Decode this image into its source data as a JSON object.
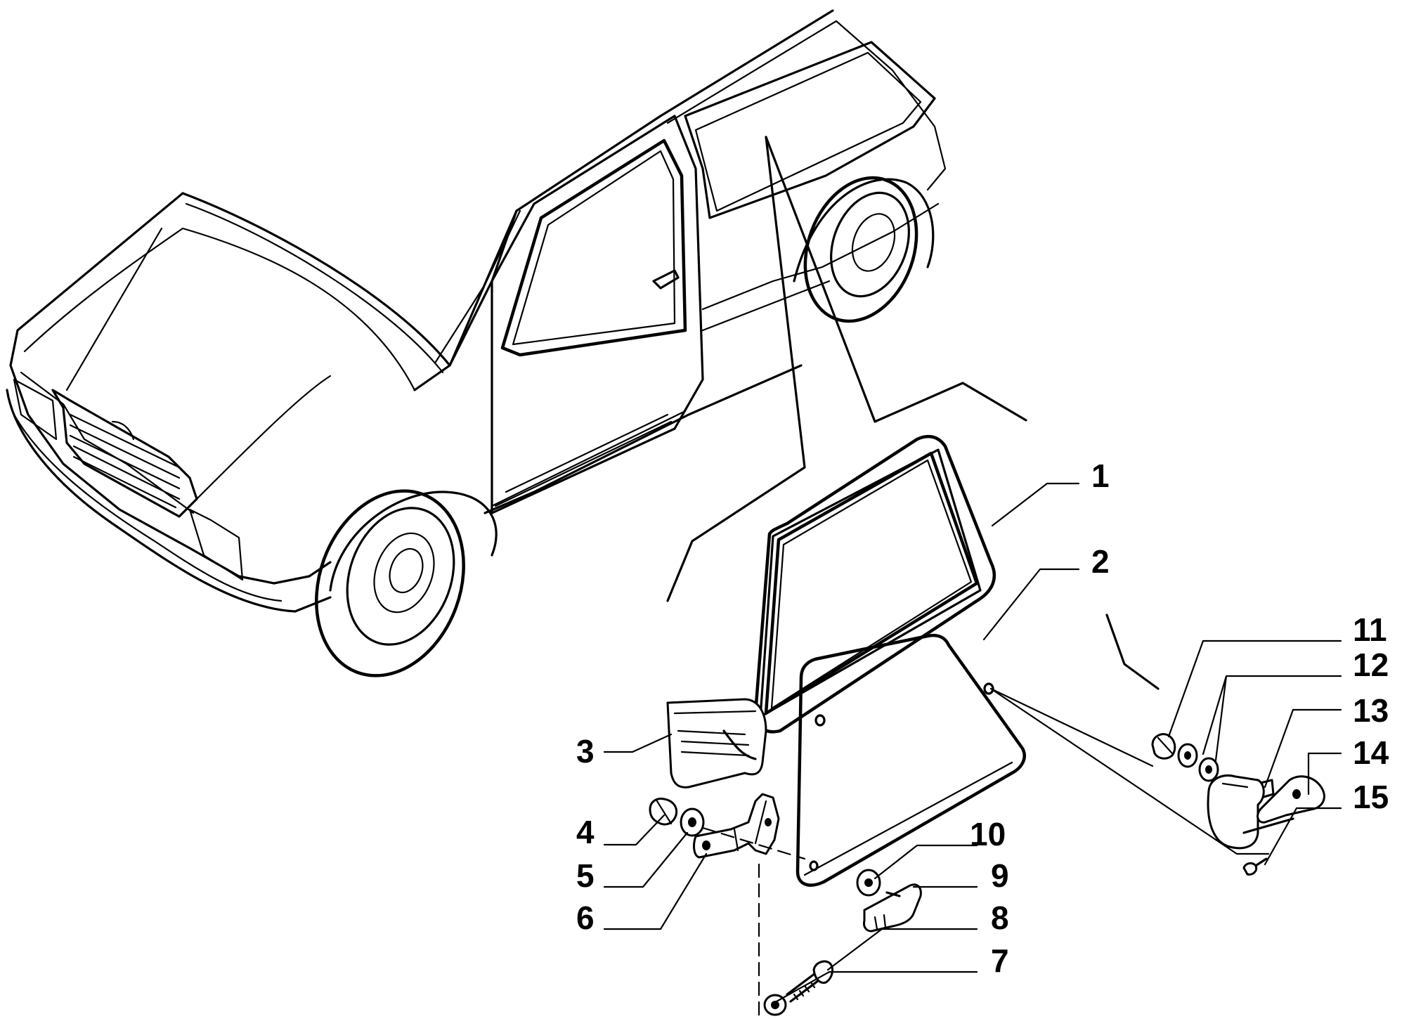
{
  "labels": {
    "p1": "1",
    "p2": "2",
    "p3": "3",
    "p4": "4",
    "p5": "5",
    "p6": "6",
    "p7": "7",
    "p8": "8",
    "p9": "9",
    "p10": "10",
    "p11": "11",
    "p12": "12",
    "p13": "13",
    "p14": "14",
    "p15": "15"
  },
  "colors": {
    "ink": "#000000",
    "background": "#ffffff"
  }
}
